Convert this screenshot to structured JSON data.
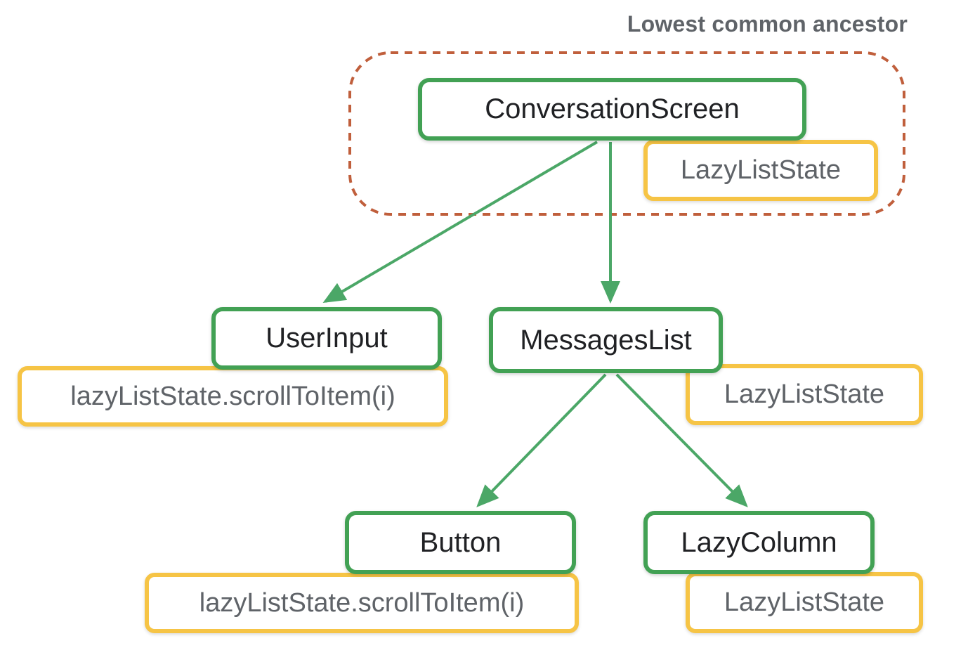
{
  "diagram": {
    "annotation": "Lowest common ancestor",
    "nodes": [
      {
        "id": "conversation-screen",
        "label": "ConversationScreen",
        "attachment": "LazyListState",
        "attachment_kind": "state"
      },
      {
        "id": "user-input",
        "label": "UserInput",
        "attachment": "lazyListState.scrollToItem(i)",
        "attachment_kind": "call"
      },
      {
        "id": "messages-list",
        "label": "MessagesList",
        "attachment": "LazyListState",
        "attachment_kind": "state"
      },
      {
        "id": "button",
        "label": "Button",
        "attachment": "lazyListState.scrollToItem(i)",
        "attachment_kind": "call"
      },
      {
        "id": "lazy-column",
        "label": "LazyColumn",
        "attachment": "LazyListState",
        "attachment_kind": "state"
      }
    ],
    "edges": [
      {
        "from": "ConversationScreen",
        "to": "UserInput"
      },
      {
        "from": "ConversationScreen",
        "to": "MessagesList"
      },
      {
        "from": "MessagesList",
        "to": "Button"
      },
      {
        "from": "MessagesList",
        "to": "LazyColumn"
      }
    ],
    "colors": {
      "node_border": "#42A154",
      "state_border": "#F6C445",
      "arrow": "#4BA767",
      "ancestor_outline": "#C05F3C",
      "node_text": "#202124",
      "state_text": "#5F6368",
      "annotation_text": "#5F6368",
      "background": "#FFFFFF"
    }
  }
}
